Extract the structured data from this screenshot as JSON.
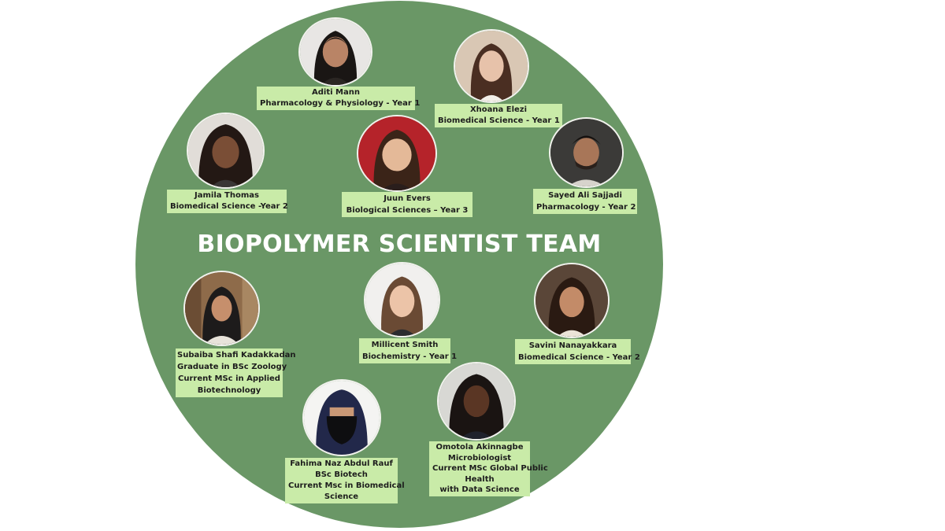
{
  "title": "BIOPOLYMER SCIENTIST TEAM",
  "colors": {
    "background": "#ffffff",
    "circle": "#6a9766",
    "label_bg": "#c9eba8",
    "title_text": "#ffffff"
  },
  "members": [
    {
      "lines": [
        "Aditi Mann",
        "Pharmacology & Physiology - Year 1"
      ]
    },
    {
      "lines": [
        "Xhoana Elezi",
        "Biomedical Science - Year 1"
      ]
    },
    {
      "lines": [
        "Jamila Thomas",
        "Biomedical Science -Year 2"
      ]
    },
    {
      "lines": [
        "Juun Evers",
        "Biological Sciences – Year 3"
      ]
    },
    {
      "lines": [
        "Sayed Ali Sajjadi",
        "Pharmacology - Year 2"
      ]
    },
    {
      "lines": [
        "Subaiba Shafi Kadakkadan",
        "Graduate in BSc Zoology",
        "Current MSc in Applied",
        "Biotechnology"
      ]
    },
    {
      "lines": [
        "Millicent Smith",
        "Biochemistry - Year 1"
      ]
    },
    {
      "lines": [
        "Savini Nanayakkara",
        "Biomedical Science - Year 2"
      ]
    },
    {
      "lines": [
        "Fahima Naz Abdul Rauf",
        "BSc Biotech",
        "Current Msc in Biomedical",
        "Science"
      ]
    },
    {
      "lines": [
        "Omotola Akinnagbe",
        "Microbiologist",
        "Current MSc Global Public",
        "Health",
        "with Data Science"
      ]
    }
  ]
}
